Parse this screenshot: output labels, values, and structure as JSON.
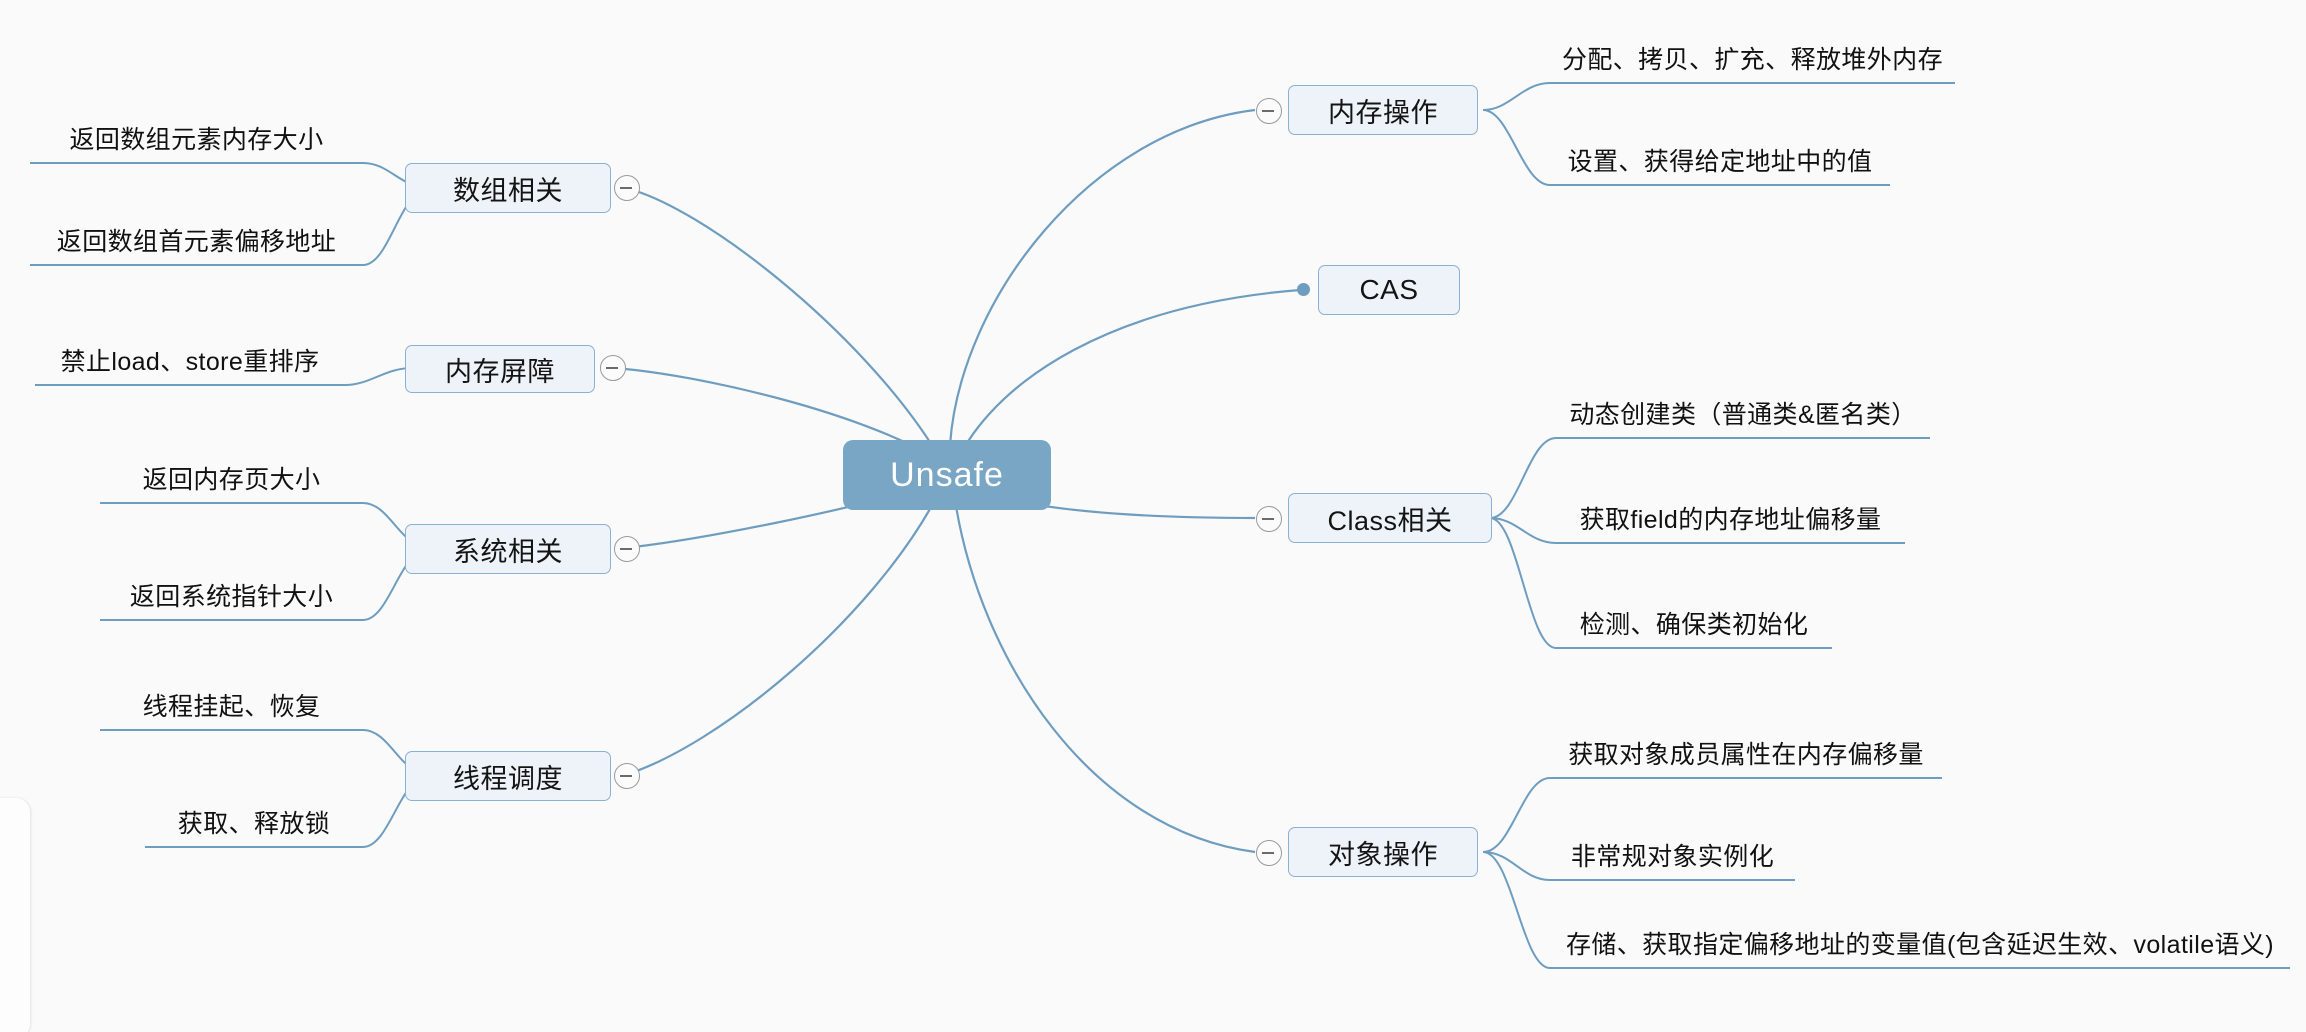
{
  "diagram": {
    "type": "mindmap",
    "title": "Unsafe",
    "background_color": "#fafafa",
    "root_color": "#79a6c4",
    "node_fill": "#edf3f8",
    "node_border": "#8cb0d2",
    "link_color": "#6e9dc0"
  },
  "root": {
    "label": "Unsafe"
  },
  "branches": [
    {
      "id": "array",
      "label": "数组相关",
      "side": "left",
      "toggle": "collapse-minus",
      "children": [
        {
          "label": "返回数组元素内存大小"
        },
        {
          "label": "返回数组首元素偏移地址"
        }
      ]
    },
    {
      "id": "memory-barrier",
      "label": "内存屏障",
      "side": "left",
      "toggle": "collapse-minus",
      "children": [
        {
          "label": "禁止load、store重排序"
        }
      ]
    },
    {
      "id": "system",
      "label": "系统相关",
      "side": "left",
      "toggle": "collapse-minus",
      "children": [
        {
          "label": "返回内存页大小"
        },
        {
          "label": "返回系统指针大小"
        }
      ]
    },
    {
      "id": "thread-schedule",
      "label": "线程调度",
      "side": "left",
      "toggle": "collapse-minus",
      "children": [
        {
          "label": "线程挂起、恢复"
        },
        {
          "label": "获取、释放锁"
        }
      ]
    },
    {
      "id": "memory-ops",
      "label": "内存操作",
      "side": "right",
      "toggle": "collapse-minus",
      "children": [
        {
          "label": "分配、拷贝、扩充、释放堆外内存"
        },
        {
          "label": "设置、获得给定地址中的值"
        }
      ]
    },
    {
      "id": "cas",
      "label": "CAS",
      "side": "right",
      "toggle": "leaf-dot",
      "children": []
    },
    {
      "id": "class",
      "label": "Class相关",
      "side": "right",
      "toggle": "collapse-minus",
      "children": [
        {
          "label": "动态创建类（普通类&匿名类）"
        },
        {
          "label": "获取field的内存地址偏移量"
        },
        {
          "label": "检测、确保类初始化"
        }
      ]
    },
    {
      "id": "object-ops",
      "label": "对象操作",
      "side": "right",
      "toggle": "collapse-minus",
      "children": [
        {
          "label": "获取对象成员属性在内存偏移量"
        },
        {
          "label": "非常规对象实例化"
        },
        {
          "label": "存储、获取指定偏移地址的变量值(包含延迟生效、volatile语义)"
        }
      ]
    }
  ]
}
